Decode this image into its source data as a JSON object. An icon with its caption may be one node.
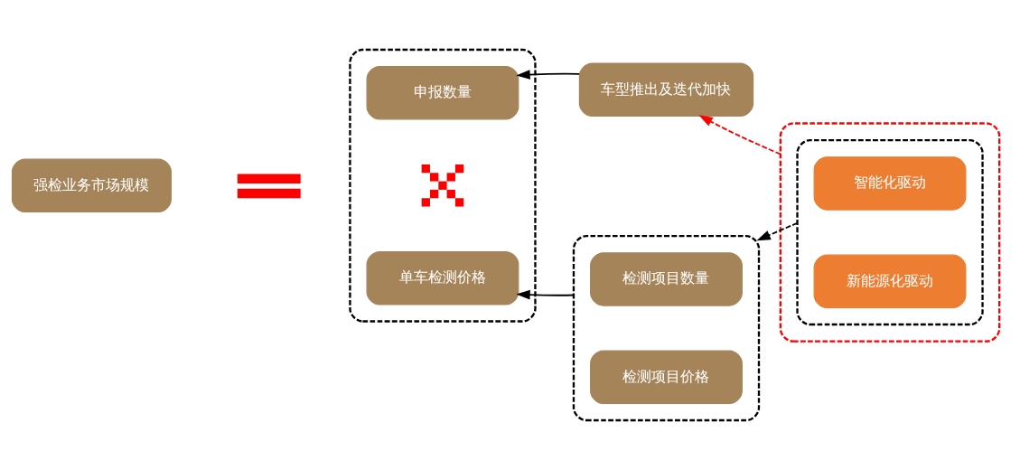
{
  "diagram": {
    "nodes": [
      {
        "text": [
          "强检业务市场规模"
        ]
      },
      {
        "text": [],
        "shape": "equals"
      },
      {
        "text": [],
        "shape": "box"
      },
      {
        "text": [
          "申报数量"
        ],
        "in": 2
      },
      {
        "text": [],
        "shape": "cross",
        "in": 2
      },
      {
        "text": [
          "单车检测价格"
        ],
        "in": 2
      },
      {
        "text": [
          "车型推出及迭代加快"
        ]
      },
      {
        "text": [],
        "shape": "box"
      },
      {
        "text": [
          "检测项目数量"
        ],
        "in": 7
      },
      {
        "text": [
          "检测项目价格"
        ],
        "in": 7
      },
      {
        "text": [],
        "shape": "box"
      },
      {
        "text": [],
        "shape": "box",
        "in": 10
      },
      {
        "text": [
          "智能化驱动"
        ],
        "in": 11
      },
      {
        "text": [
          "新能源化驱动"
        ],
        "in": 11
      }
    ],
    "edges": [
      {
        "from": 6,
        "to": 3,
        "arrow": "to"
      },
      {
        "from": 7,
        "to": 5,
        "arrow": "to"
      },
      {
        "from": 10,
        "to": 6,
        "arrow": "to",
        "style": "dashed",
        "color": "#ff0000"
      },
      {
        "from": 11,
        "to": 7,
        "arrow": "to",
        "style": "dashed"
      }
    ]
  }
}
